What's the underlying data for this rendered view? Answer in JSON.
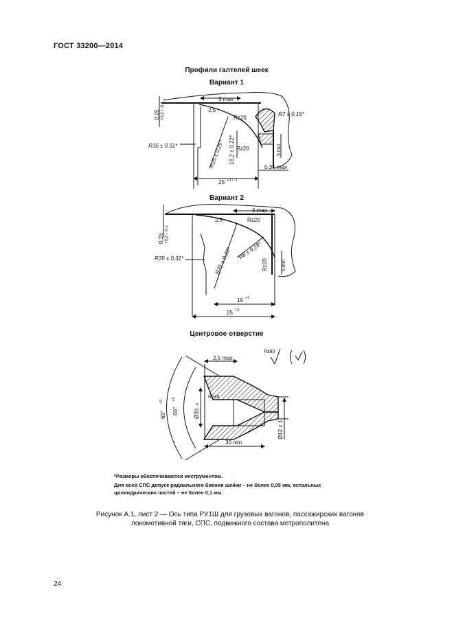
{
  "header": {
    "standard": "ГОСТ 33200—2014"
  },
  "titles": {
    "profiles": "Профили галтелей шеек",
    "variant1": "Вариант 1",
    "variant2": "Вариант 2",
    "center_hole": "Центровое отверстие"
  },
  "variant1": {
    "dim_3max": "3 max",
    "dim_025": "0,25",
    "dim_025_tol": "+0,2 / -0,1",
    "rough_25": "2,5",
    "rz20_a": "Rz20",
    "rz20_b": "Rz20",
    "r7": "R7 ± 0,15*",
    "r35": "R35 ± 0,31*",
    "r25": "R25 ± 0,26*",
    "dim_162": "16,2 ± 0,22*",
    "dim_5min": "5 min",
    "dim_035max": "0,35 max",
    "dim_25": "25",
    "dim_25_tol": "+3 / -1"
  },
  "variant2": {
    "dim_3max": "3 max",
    "dim_025": "0,25",
    "dim_025_tol": "+0,2 / -0,1",
    "rough_25": "2,5",
    "rz20_a": "Rz20",
    "rz20_b": "Rz20",
    "r35": "R35 ± 0,31*",
    "r25": "R25 ± 0,26*",
    "r8": "R8 ± 0,18*",
    "dim_5min": "5 min",
    "dim_19": "19",
    "dim_19_tol": "+1",
    "dim_25": "25",
    "dim_25_tol": "+3"
  },
  "center_hole": {
    "rz80": "Rz80",
    "check_mark": "(√)",
    "dim_25max": "2,5 max",
    "rz40": "Rz40",
    "angle_outer": "60°",
    "angle_outer_tol": "+5",
    "angle_inner": "60°",
    "angle_inner_tol": "+5",
    "dim_d30": "Ø30",
    "dim_d30_tol": "-4",
    "dim_d12": "Ø12 ± 1",
    "dim_30min": "30 min"
  },
  "notes": {
    "asterisk": "*Размеры обеспечиваются инструментом.",
    "sps_line1": "Для осей СПС допуск радиального биения шейки – не более 0,05 мм, остальных",
    "sps_line2": "цилиндрических частей – не более 0,1 мм."
  },
  "caption": {
    "line1": "Рисунок А.1, лист 2 — Ось типа РУ1Ш для грузовых вагонов, пассажирских вагонов",
    "line2": "локомотивной тяги, СПС, подвижного состава метрополитена"
  },
  "page_number": "24"
}
